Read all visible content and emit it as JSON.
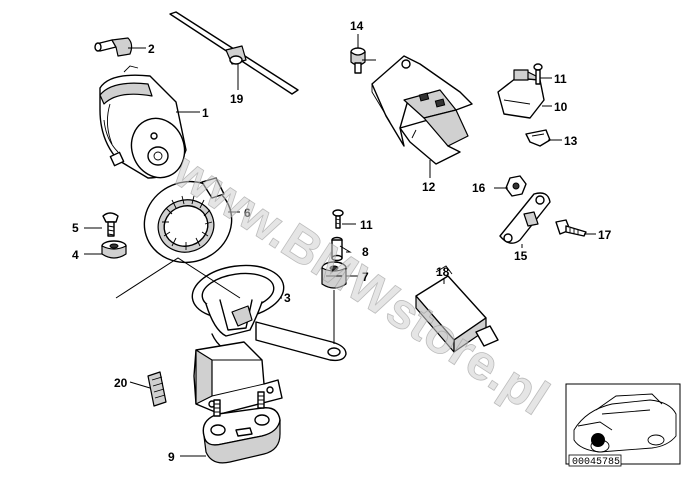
{
  "callouts": {
    "c1": "1",
    "c2": "2",
    "c3": "3",
    "c4": "4",
    "c5": "5",
    "c6": "6",
    "c7": "7",
    "c8": "8",
    "c9": "9",
    "c10": "10",
    "c11a": "11",
    "c11b": "11",
    "c12": "12",
    "c13": "13",
    "c14": "14",
    "c15": "15",
    "c16": "16",
    "c17": "17",
    "c18": "18",
    "c19": "19",
    "c20": "20"
  },
  "watermark": "www.BMWstore.pl",
  "reference_number": "00045785"
}
